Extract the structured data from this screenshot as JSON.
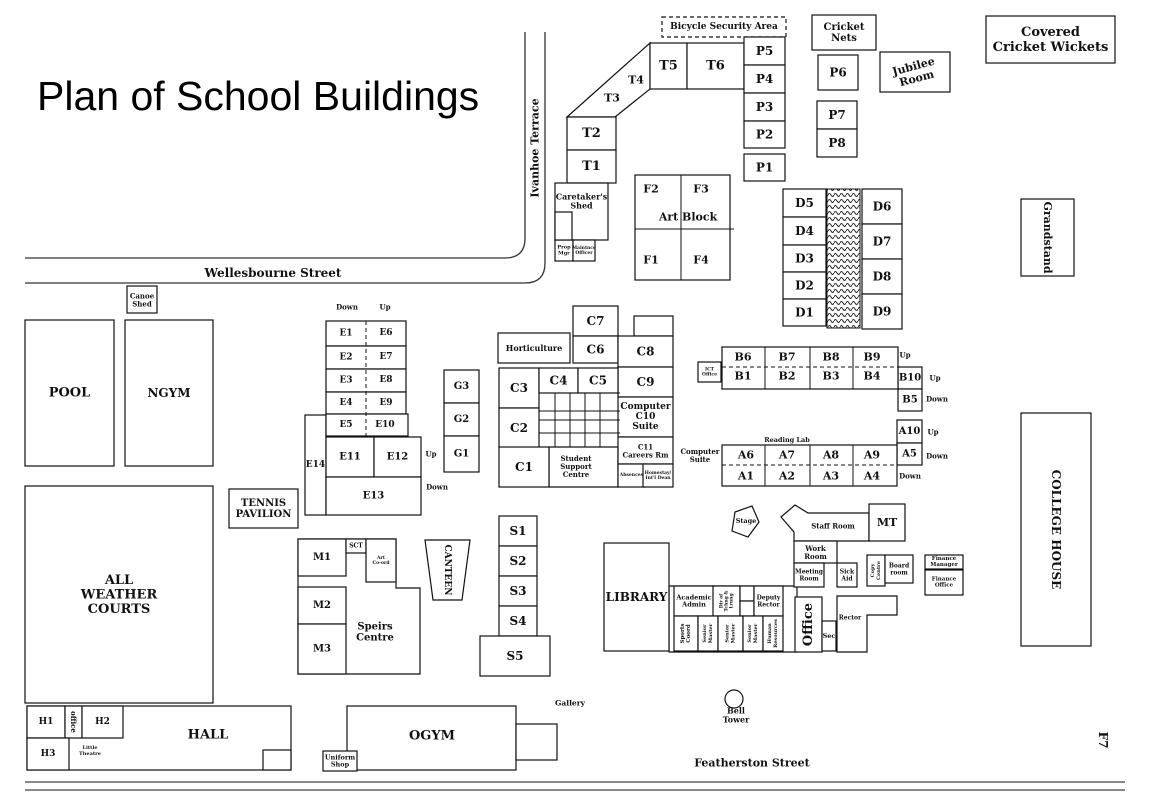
{
  "title": "Plan of School Buildings",
  "streets": {
    "ivanhoe": "Ivanhoe Terrace",
    "wellesbourne": "Wellesbourne Street",
    "featherston": "Featherston Street"
  },
  "annotations": {
    "gallery": "Gallery",
    "reading_lab": "Reading Lab",
    "f7": "F7",
    "bell": "Bell\nTower",
    "e_down": "Down",
    "e_up": "Up",
    "e12_up": "Up",
    "e13_down": "Down",
    "b9_up": "Up",
    "b10_up": "Up",
    "b5_down": "Down",
    "a10_up": "Up",
    "a5_down": "Down",
    "a4_down": "Down"
  },
  "buildings": {
    "bicycle": "Bicycle Security Area",
    "t1": "T1",
    "t2": "T2",
    "t3": "T3",
    "t4": "T4",
    "t5": "T5",
    "t6": "T6",
    "p1": "P1",
    "p2": "P2",
    "p3": "P3",
    "p4": "P4",
    "p5": "P5",
    "p6": "P6",
    "p7": "P7",
    "p8": "P8",
    "cricket_nets": "Cricket\nNets",
    "jubilee": "Jubilee\nRoom",
    "covered": "Covered\nCricket Wickets",
    "f1": "F1",
    "f2": "F2",
    "f3": "F3",
    "f4": "F4",
    "art_block": "Art Block",
    "caretaker": "Caretaker's\nShed",
    "prop": "Prop\nMgr",
    "maint": "Maintnce\nOfficer",
    "d1": "D1",
    "d2": "D2",
    "d3": "D3",
    "d4": "D4",
    "d5": "D5",
    "d6": "D6",
    "d7": "D7",
    "d8": "D8",
    "d9": "D9",
    "grandstand": "Grandstand",
    "canoe": "Canoe\nShed",
    "pool": "POOL",
    "ngym": "NGYM",
    "e1": "E1",
    "e2": "E2",
    "e3": "E3",
    "e4": "E4",
    "e5": "E5",
    "e6": "E6",
    "e7": "E7",
    "e8": "E8",
    "e9": "E9",
    "e10": "E10",
    "e11": "E11",
    "e12": "E12",
    "e13": "E13",
    "e14": "E14",
    "g1": "G1",
    "g2": "G2",
    "g3": "G3",
    "horticulture": "Horticulture",
    "c1": "C1",
    "c2": "C2",
    "c3": "C3",
    "c4": "C4",
    "c5": "C5",
    "c6": "C6",
    "c7": "C7",
    "c8": "C8",
    "c9": "C9",
    "c10": "Computer\nC10\nSuite",
    "c11": "C11\nCareers Rm",
    "absences": "Absences",
    "homestay": "Homestay/\nInt'l Dean",
    "ssc": "Student\nSupport\nCentre",
    "ict": "ICT\nOffice",
    "b1": "B1",
    "b2": "B2",
    "b3": "B3",
    "b4": "B4",
    "b5": "B5",
    "b6": "B6",
    "b7": "B7",
    "b8": "B8",
    "b9": "B9",
    "b10": "B10",
    "a1": "A1",
    "a2": "A2",
    "a3": "A3",
    "a4": "A4",
    "a5": "A5",
    "a6": "A6",
    "a7": "A7",
    "a8": "A8",
    "a9": "A9",
    "a10": "A10",
    "computer_suite": "Computer\nSuite",
    "tennis": "TENNIS\nPAVILION",
    "awc": "ALL\nWEATHER\nCOURTS",
    "m1": "M1",
    "m2": "M2",
    "m3": "M3",
    "sct": "SCT",
    "art_coord": "Art\nCo-ord",
    "speirs": "Speirs\nCentre",
    "canteen": "CANTEEN",
    "s1": "S1",
    "s2": "S2",
    "s3": "S3",
    "s4": "S4",
    "s5": "S5",
    "library": "LIBRARY",
    "academic_admin": "Academic\nAdmin",
    "dir": "Dir of\nTchng &\nLrnng",
    "deputy": "Deputy\nRector",
    "sports": "Sports\nCoord",
    "sm1": "Senior\nMaster",
    "sm2": "Senior\nMaster",
    "sm3": "Senior\nMaster",
    "hr": "Human\nResources",
    "office": "Office",
    "sec": "Sec",
    "rector": "Rector",
    "work": "Work\nRoom",
    "meeting": "Meeting\nRoom",
    "sick": "Sick\nAid",
    "copy": "Copy\nCentre",
    "board": "Board\nroom",
    "fin_mgr": "Finance\nManager",
    "fin_office": "Finance\nOffice",
    "mt": "MT",
    "staff": "Staff Room",
    "stage": "Stage",
    "college": "COLLEGE HOUSE",
    "h1": "H1",
    "h2": "H2",
    "h3": "H3",
    "h_office": "office",
    "little": "Little\nTheatre",
    "hall": "HALL",
    "ogym": "OGYM",
    "uniform": "Uniform\nShop"
  }
}
